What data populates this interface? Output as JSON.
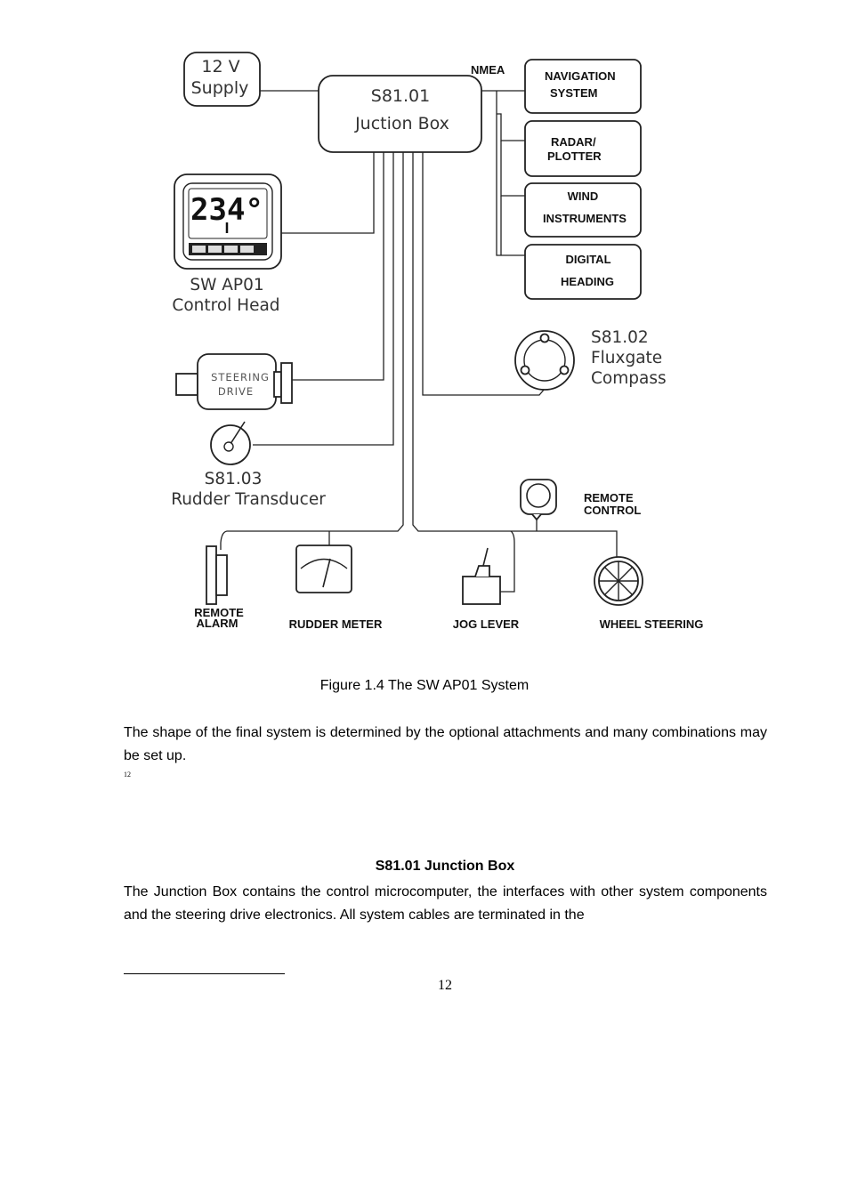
{
  "diagram": {
    "supply_line1": "12 V",
    "supply_line2": "Supply",
    "junction_line1": "S81.01",
    "junction_line2": "Juction Box",
    "nmea": "NMEA",
    "navigation_line1": "NAVIGATION",
    "navigation_line2": "SYSTEM",
    "radar_line1": "RADAR/",
    "radar_line2": "PLOTTER",
    "wind_line1": "WIND",
    "wind_line2": "INSTRUMENTS",
    "heading_line1": "DIGITAL",
    "heading_line2": "HEADING",
    "display_reading": "234°",
    "control_head_line1": "SW AP01",
    "control_head_line2": "Control Head",
    "steering_line1": "STEERING",
    "steering_line2": "DRIVE",
    "compass_line1": "S81.02",
    "compass_line2": "Fluxgate",
    "compass_line3": "Compass",
    "rudder_line1": "S81.03",
    "rudder_line2": "Rudder Transducer",
    "remote_control_line1": "REMOTE",
    "remote_control_line2": "CONTROL",
    "remote_alarm_line1": "REMOTE",
    "remote_alarm_line2": "ALARM",
    "rudder_meter": "RUDDER METER",
    "jog_lever": "JOG LEVER",
    "wheel_steering": "WHEEL STEERING"
  },
  "caption": "Figure 1.4  The SW AP01 System",
  "paragraph1": "The shape of the final system is determined by the optional attachments and many combinations may be set up.",
  "footnote_ref": "12",
  "section_heading": "S81.01 Junction Box",
  "paragraph2": "The Junction Box contains the control microcomputer, the interfaces with other system components and the steering drive electronics.  All system cables are terminated in the",
  "page_number": "12"
}
